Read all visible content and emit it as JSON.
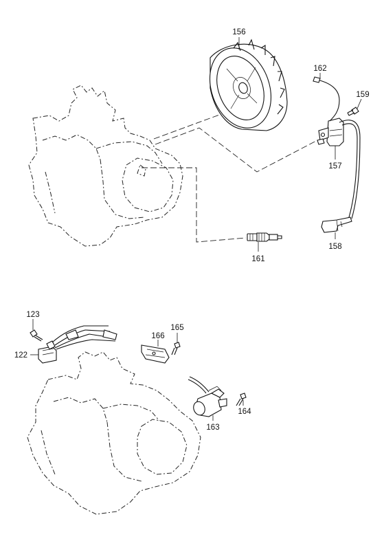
{
  "callouts": {
    "c156": "156",
    "c162": "162",
    "c159": "159",
    "c157": "157",
    "c158": "158",
    "c161": "161",
    "c123": "123",
    "c122": "122",
    "c165": "165",
    "c166": "166",
    "c164": "164",
    "c163": "163"
  }
}
